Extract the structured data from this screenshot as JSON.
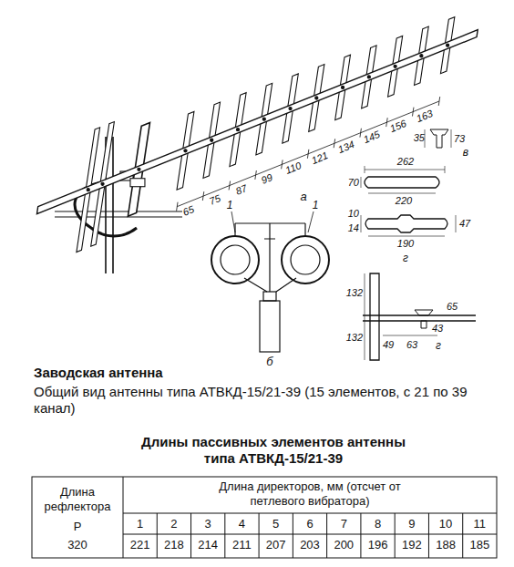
{
  "diagram": {
    "title": "Заводская антенна",
    "caption": "Общий вид антенны типа АТВКД-15/21-39 (15 элементов, с 21 по 39 канал)",
    "labels": [
      "65",
      "75",
      "87",
      "99",
      "110",
      "121",
      "134",
      "145",
      "156",
      "163",
      "а",
      "1",
      "1",
      "б",
      "35",
      "73",
      "в",
      "262",
      "70",
      "220",
      "10",
      "14",
      "47",
      "190",
      "г",
      "132",
      "132",
      "65",
      "43",
      "49",
      "63",
      "г",
      "Длины пассивных элементов антенны типа АТВКД-15/21-39",
      "Длина рефлектора",
      "Р",
      "320",
      "Длина директоров, мм (отсчет от петлевого вибратора)",
      "1",
      "2",
      "3",
      "4",
      "5",
      "6",
      "7",
      "8",
      "9",
      "10",
      "11",
      "221",
      "218",
      "214",
      "211",
      "207",
      "203",
      "200",
      "196",
      "192",
      "188",
      "185"
    ]
  }
}
